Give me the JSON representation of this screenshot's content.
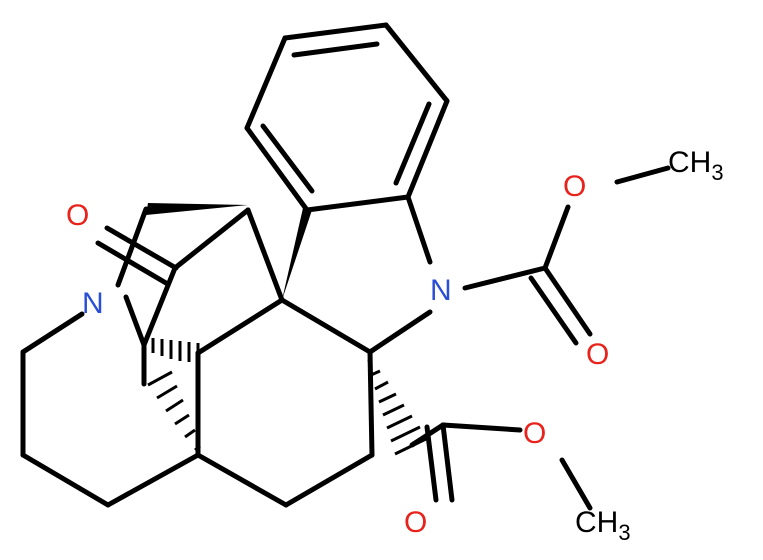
{
  "diagram": {
    "type": "chemical-structure",
    "atom_labels": {
      "n_indoline": "N",
      "n_amine": "N",
      "o_ketone": "O",
      "o_carbamate_carbonyl": "O",
      "o_carbamate_ether": "O",
      "o_ester_carbonyl": "O",
      "o_ester_ether": "O",
      "methyl_top": "CH",
      "methyl_top_sub": "3",
      "methyl_bottom": "CH",
      "methyl_bottom_sub": "3"
    },
    "colors": {
      "bond": "#000000",
      "nitrogen": "#2a4fd6",
      "oxygen": "#e8231b",
      "carbon": "#000000"
    }
  }
}
